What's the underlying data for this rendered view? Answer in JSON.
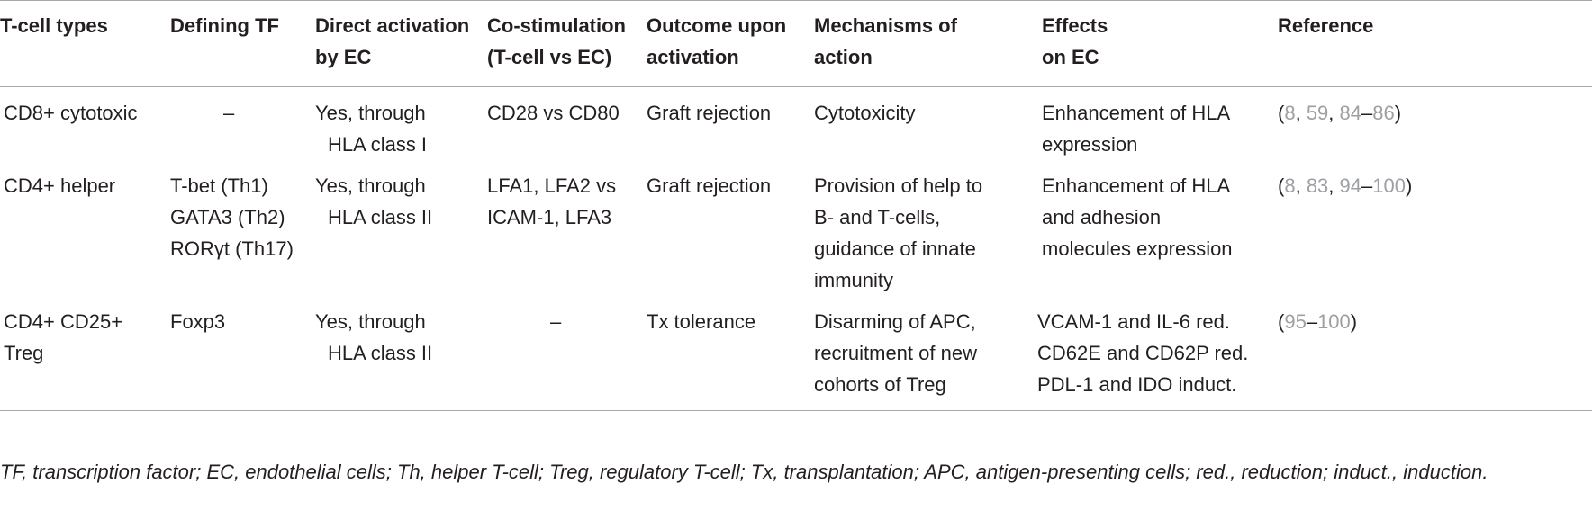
{
  "table": {
    "headers": [
      [
        "T-cell types"
      ],
      [
        "Defining TF"
      ],
      [
        "Direct activation",
        "by EC"
      ],
      [
        "Co-stimulation",
        "(T-cell vs EC)"
      ],
      [
        "Outcome upon",
        "activation"
      ],
      [
        "Mechanisms of",
        "action"
      ],
      [
        "Effects",
        "on EC"
      ],
      [
        "Reference"
      ]
    ],
    "rows": [
      {
        "cells": [
          [
            "CD8+ cytotoxic"
          ],
          [
            "–"
          ],
          [
            "Yes, through",
            "HLA class I"
          ],
          [
            "CD28 vs CD80"
          ],
          [
            "Graft rejection"
          ],
          [
            "Cytotoxicity"
          ],
          [
            "Enhancement of HLA",
            "expression"
          ]
        ],
        "refs": [
          "(",
          "8",
          ", ",
          "59",
          ", ",
          "84",
          "–",
          "86",
          ")"
        ]
      },
      {
        "cells": [
          [
            "CD4+ helper"
          ],
          [
            "T-bet (Th1)",
            "GATA3 (Th2)",
            "RORγt (Th17)"
          ],
          [
            "Yes, through",
            "HLA class II"
          ],
          [
            "LFA1, LFA2 vs",
            "ICAM-1, LFA3"
          ],
          [
            "Graft rejection"
          ],
          [
            "Provision of help to",
            "B- and T-cells,",
            "guidance of innate",
            "immunity"
          ],
          [
            "Enhancement of HLA",
            "and adhesion",
            "molecules expression"
          ]
        ],
        "refs": [
          "(",
          "8",
          ", ",
          "83",
          ", ",
          "94",
          "–",
          "100",
          ")"
        ]
      },
      {
        "cells": [
          [
            "CD4+ CD25+",
            "Treg"
          ],
          [
            "Foxp3"
          ],
          [
            "Yes, through",
            "HLA class II"
          ],
          [
            "–"
          ],
          [
            "Tx tolerance"
          ],
          [
            "Disarming of APC,",
            "recruitment of new",
            "cohorts of Treg"
          ],
          [
            "VCAM-1 and IL-6 red.",
            "CD62E and CD62P red.",
            "PDL-1 and IDO induct."
          ]
        ],
        "refs": [
          "(",
          "95",
          "–",
          "100",
          ")"
        ]
      }
    ]
  },
  "footnote": "TF, transcription factor; EC, endothelial cells; Th, helper T-cell; Treg, regulatory T-cell; Tx, transplantation; APC, antigen-presenting cells; red., reduction; induct., induction."
}
